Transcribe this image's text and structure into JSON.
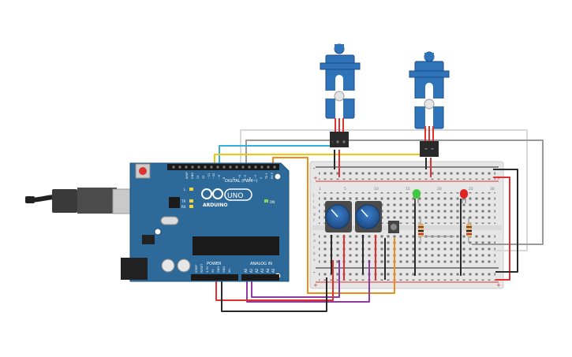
{
  "circuit": {
    "board": {
      "brand_text": "ARDUINO",
      "model_text": "UNO",
      "digital_header_label": "DIGITAL (PWM~)",
      "power_header_label": "POWER",
      "analog_header_label": "ANALOG IN",
      "on_led_label": "ON",
      "led_labels": [
        "L",
        "TX",
        "RX"
      ],
      "digital_pin_labels": [
        "AREF",
        "GND",
        "13",
        "12",
        "~11",
        "~10",
        "~9",
        "8",
        "7",
        "~6",
        "~5",
        "4",
        "~3",
        "2",
        "TX 1",
        "RX 0"
      ],
      "power_pin_labels": [
        "IOREF",
        "RESET",
        "3.3V",
        "5V",
        "GND",
        "GND",
        "Vin"
      ],
      "analog_pin_labels": [
        "A0",
        "A1",
        "A2",
        "A3",
        "A4",
        "A5"
      ]
    },
    "breadboard": {
      "column_numbers": [
        "1",
        "5",
        "10",
        "15",
        "20",
        "25",
        "30"
      ],
      "row_letters_top": [
        "j",
        "i",
        "h",
        "g",
        "f"
      ],
      "row_letters_bottom": [
        "e",
        "d",
        "c",
        "b",
        "a"
      ],
      "rail_symbols": [
        "+",
        "-"
      ]
    },
    "colors": {
      "board_blue": "#2e6a99",
      "board_dark": "#1f4f77",
      "breadboard": "#e8e8e8",
      "wire_red": "#e03030",
      "wire_black": "#2a2a2a",
      "wire_orange": "#f08c18",
      "wire_yellow": "#f1c40f",
      "wire_purple": "#8e3a9e",
      "wire_cyan": "#35b0d8",
      "wire_gray": "#9a9a9a",
      "wire_white": "#d8d8d8",
      "led_green": "#3ec93e",
      "led_red": "#e02424",
      "servo_blue": "#2f74b8"
    },
    "components": [
      {
        "id": "arduino-uno",
        "icon": "arduino-board"
      },
      {
        "id": "usb-cable",
        "icon": "usb-plug"
      },
      {
        "id": "breadboard",
        "icon": "breadboard"
      },
      {
        "id": "servo-1",
        "icon": "servo-motor"
      },
      {
        "id": "servo-2",
        "icon": "servo-motor"
      },
      {
        "id": "potentiometer-1",
        "icon": "potentiometer"
      },
      {
        "id": "potentiometer-2",
        "icon": "potentiometer"
      },
      {
        "id": "push-button",
        "icon": "pushbutton"
      },
      {
        "id": "led-green",
        "icon": "led"
      },
      {
        "id": "led-red",
        "icon": "led"
      },
      {
        "id": "resistor-1",
        "icon": "resistor"
      },
      {
        "id": "resistor-2",
        "icon": "resistor"
      }
    ]
  }
}
